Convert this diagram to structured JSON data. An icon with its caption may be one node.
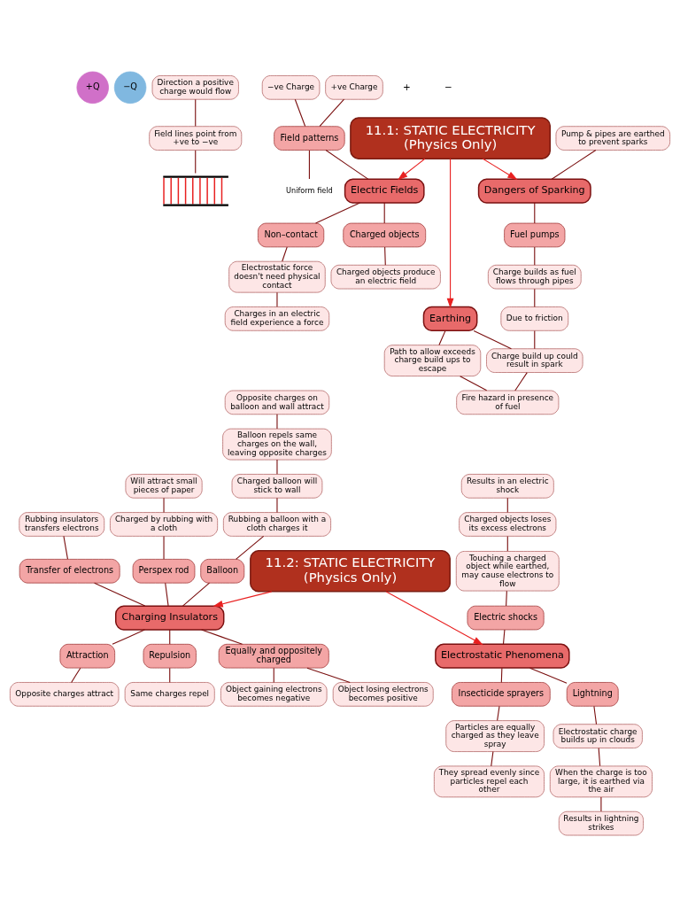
{
  "diagram": {
    "nodes": [
      {
        "text": [
          "+Q"
        ]
      },
      {
        "text": [
          "−Q"
        ]
      },
      {
        "text": [
          "Direction a positive charge would flow"
        ]
      },
      {
        "text": [
          "Field lines point from +ve to −ve"
        ]
      },
      {
        "text": [],
        "shape": "picture"
      },
      {
        "text": [
          "Uniform field"
        ]
      },
      {
        "text": [
          "−ve Charge"
        ]
      },
      {
        "text": [
          "+ve Charge"
        ]
      },
      {
        "text": [
          "Field patterns"
        ]
      },
      {
        "text": [
          "Electric Fields"
        ]
      },
      {
        "text": [
          "11.1: STATIC ELECTRICITY",
          "(Physics Only)"
        ]
      },
      {
        "text": [
          "Pump & pipes are earthed to prevent sparks"
        ]
      },
      {
        "text": [
          "Dangers of Sparking"
        ]
      },
      {
        "text": [
          "Fuel pumps"
        ]
      },
      {
        "text": [
          "Non–contact"
        ]
      },
      {
        "text": [
          "Charged objects"
        ]
      },
      {
        "text": [
          "Earthing"
        ]
      },
      {
        "text": [
          "Charge builds as fuel flows through pipes"
        ]
      },
      {
        "text": [
          "Due to friction"
        ]
      },
      {
        "text": [
          "Electrostatic force doesn't need physical contact"
        ]
      },
      {
        "text": [
          "Charged objects produce an electric field"
        ]
      },
      {
        "text": [
          "Path to allow exceeds charge build ups to escape"
        ]
      },
      {
        "text": [
          "Charge build up could result in spark"
        ]
      },
      {
        "text": [
          "Charges in an electric field experience a force"
        ]
      },
      {
        "text": [
          "Fire hazard in presence of fuel"
        ]
      },
      {
        "text": [
          "Rubbing insulators transfers electrons"
        ]
      },
      {
        "text": [
          "Transfer of electrons"
        ]
      },
      {
        "text": [
          "Opposite charges on balloon and wall attract"
        ]
      },
      {
        "text": [
          "Balloon repels same charges on the wall, leaving opposite charges"
        ]
      },
      {
        "text": [
          "Charged balloon will stick to wall"
        ]
      },
      {
        "text": [
          "Rubbing a balloon with a cloth charges it"
        ]
      },
      {
        "text": [
          "Will attract small pieces of paper"
        ]
      },
      {
        "text": [
          "Charged by rubbing with a cloth"
        ]
      },
      {
        "text": [
          "Perspex rod"
        ]
      },
      {
        "text": [
          "Balloon"
        ]
      },
      {
        "text": [
          "Results in an electric shock"
        ]
      },
      {
        "text": [
          "Charged objects loses its excess electrons"
        ]
      },
      {
        "text": [
          "Touching a charged object while earthed, may cause electrons to flow"
        ]
      },
      {
        "text": [
          "Electric shocks"
        ]
      },
      {
        "text": [
          "11.2: STATIC ELECTRICITY",
          "(Physics Only)"
        ]
      },
      {
        "text": [
          "Charging Insulators"
        ]
      },
      {
        "text": [
          "Electrostatic Phenomena"
        ]
      },
      {
        "text": [
          "Equally and oppositely charged"
        ]
      },
      {
        "text": [
          "Attraction"
        ]
      },
      {
        "text": [
          "Insecticide sprayers"
        ]
      },
      {
        "text": [
          "Lightning"
        ]
      },
      {
        "text": [
          "Object gaining electrons becomes negative"
        ]
      },
      {
        "text": [
          "Electrostatic charge builds up in clouds"
        ]
      },
      {
        "text": [
          "Opposite charges attract"
        ]
      },
      {
        "text": [
          "Particles are equally charged as they leave spray"
        ]
      },
      {
        "text": [
          "Object losing electrons becomes positive"
        ]
      },
      {
        "text": [
          "Repulsion"
        ]
      },
      {
        "text": [
          "When the charge is too large, it is earthed via the air"
        ]
      },
      {
        "text": [
          "They spread evenly since particles repel each other"
        ]
      },
      {
        "text": [
          "Same charges repel"
        ]
      },
      {
        "text": [
          "Results in lightning strikes"
        ]
      }
    ],
    "edges": [
      {
        "from": 2,
        "to": 3,
        "arrow": "none"
      },
      {
        "from": 3,
        "to": 4,
        "arrow": "none"
      },
      {
        "from": 6,
        "to": 8,
        "arrow": "none"
      },
      {
        "from": 7,
        "to": 8,
        "arrow": "none"
      },
      {
        "from": 8,
        "to": 5,
        "arrow": "none"
      },
      {
        "from": 8,
        "to": 9,
        "arrow": "none"
      },
      {
        "from": 10,
        "to": 9,
        "arrow": "to",
        "color": "#e82020"
      },
      {
        "from": 10,
        "to": 12,
        "arrow": "to",
        "color": "#e82020"
      },
      {
        "from": 10,
        "to": 16,
        "arrow": "to",
        "color": "#e82020"
      },
      {
        "from": 11,
        "to": 12,
        "arrow": "none"
      },
      {
        "from": 12,
        "to": 13,
        "arrow": "none"
      },
      {
        "from": 13,
        "to": 17,
        "arrow": "none"
      },
      {
        "from": 17,
        "to": 18,
        "arrow": "none"
      },
      {
        "from": 18,
        "to": 22,
        "arrow": "none"
      },
      {
        "from": 9,
        "to": 14,
        "arrow": "none"
      },
      {
        "from": 9,
        "to": 15,
        "arrow": "none"
      },
      {
        "from": 14,
        "to": 19,
        "arrow": "none"
      },
      {
        "from": 19,
        "to": 23,
        "arrow": "none"
      },
      {
        "from": 15,
        "to": 20,
        "arrow": "none"
      },
      {
        "from": 16,
        "to": 21,
        "arrow": "none"
      },
      {
        "from": 16,
        "to": 22,
        "arrow": "none"
      },
      {
        "from": 21,
        "to": 24,
        "arrow": "none"
      },
      {
        "from": 22,
        "to": 24,
        "arrow": "none"
      },
      {
        "from": 25,
        "to": 26,
        "arrow": "none"
      },
      {
        "from": 26,
        "to": 40,
        "arrow": "none"
      },
      {
        "from": 27,
        "to": 28,
        "arrow": "none"
      },
      {
        "from": 28,
        "to": 29,
        "arrow": "none"
      },
      {
        "from": 29,
        "to": 30,
        "arrow": "none"
      },
      {
        "from": 30,
        "to": 34,
        "arrow": "none"
      },
      {
        "from": 31,
        "to": 32,
        "arrow": "none"
      },
      {
        "from": 32,
        "to": 33,
        "arrow": "none"
      },
      {
        "from": 33,
        "to": 40,
        "arrow": "none"
      },
      {
        "from": 34,
        "to": 40,
        "arrow": "none"
      },
      {
        "from": 39,
        "to": 40,
        "arrow": "to",
        "color": "#e82020"
      },
      {
        "from": 39,
        "to": 41,
        "arrow": "to",
        "color": "#e82020"
      },
      {
        "from": 35,
        "to": 36,
        "arrow": "none"
      },
      {
        "from": 36,
        "to": 37,
        "arrow": "none"
      },
      {
        "from": 37,
        "to": 38,
        "arrow": "none"
      },
      {
        "from": 38,
        "to": 41,
        "arrow": "none"
      },
      {
        "from": 41,
        "to": 44,
        "arrow": "none"
      },
      {
        "from": 41,
        "to": 45,
        "arrow": "none"
      },
      {
        "from": 40,
        "to": 42,
        "arrow": "none"
      },
      {
        "from": 40,
        "to": 43,
        "arrow": "none"
      },
      {
        "from": 40,
        "to": 51,
        "arrow": "none"
      },
      {
        "from": 42,
        "to": 46,
        "arrow": "none"
      },
      {
        "from": 42,
        "to": 50,
        "arrow": "none"
      },
      {
        "from": 43,
        "to": 48,
        "arrow": "none"
      },
      {
        "from": 51,
        "to": 54,
        "arrow": "none"
      },
      {
        "from": 44,
        "to": 49,
        "arrow": "none"
      },
      {
        "from": 49,
        "to": 53,
        "arrow": "none"
      },
      {
        "from": 45,
        "to": 47,
        "arrow": "none"
      },
      {
        "from": 47,
        "to": 52,
        "arrow": "none"
      },
      {
        "from": 52,
        "to": 55,
        "arrow": "none"
      }
    ],
    "labels": [
      "+",
      "−"
    ]
  }
}
